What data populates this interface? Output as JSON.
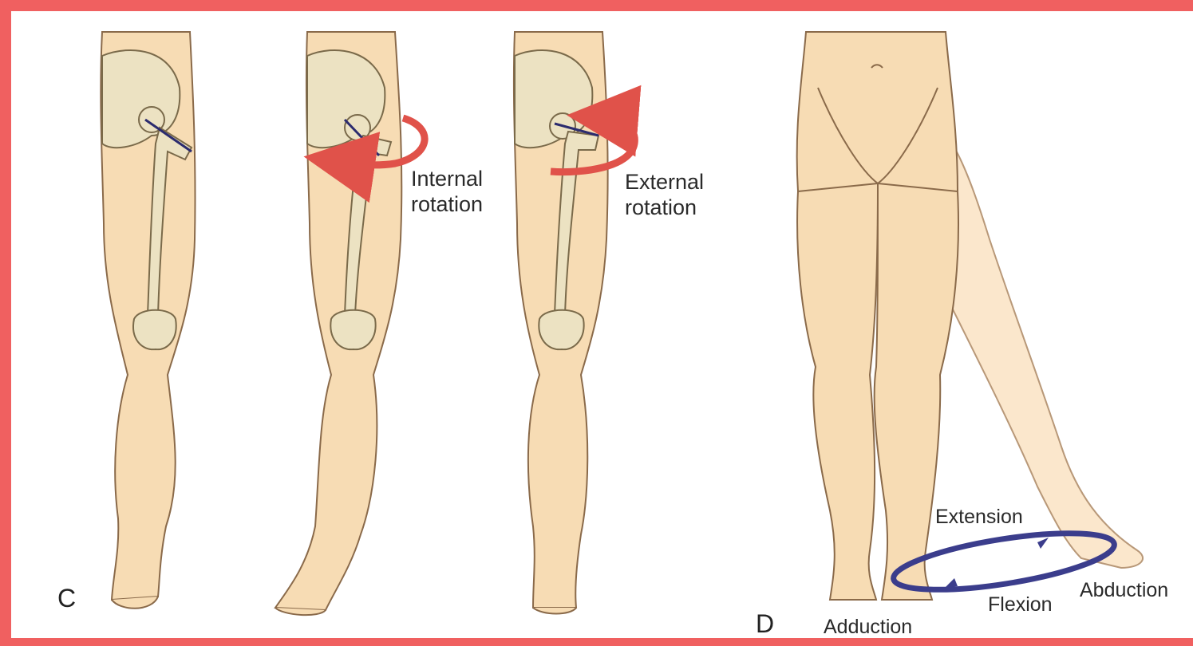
{
  "panel_c": {
    "letter": "C",
    "internal_rotation": [
      "Internal",
      "rotation"
    ],
    "external_rotation": [
      "External",
      "rotation"
    ]
  },
  "panel_d": {
    "letter": "D",
    "extension": "Extension",
    "flexion": "Flexion",
    "abduction": "Abduction",
    "adduction": "Adduction"
  },
  "colors": {
    "frame": "#f06060",
    "skin": "#f7dcb4",
    "skin_outline": "#8a6a4a",
    "bone": "#ece2c2",
    "bone_outline": "#7a6a4a",
    "axis_line": "#2b2b6e",
    "rotation_arrow": "#e0524a",
    "motion_ellipse": "#3b3d8c"
  }
}
